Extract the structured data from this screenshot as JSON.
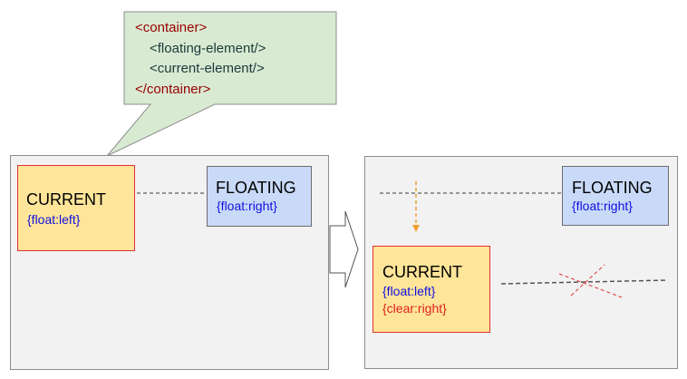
{
  "callout": {
    "lines": [
      "<container>",
      "<floating-element/>",
      "<current-element/>",
      "</container>"
    ]
  },
  "left_panel": {
    "current": {
      "name": "CURRENT",
      "rule": "{float:left}"
    },
    "floating": {
      "name": "FLOATING",
      "rule": "{float:right}"
    }
  },
  "right_panel": {
    "floating": {
      "name": "FLOATING",
      "rule": "{float:right}"
    },
    "current": {
      "name": "CURRENT",
      "rules": [
        "{float:left}",
        "{clear:right}"
      ]
    }
  },
  "colors": {
    "container_bg": "#f2f2f2",
    "current_bg": "#ffe599",
    "current_border": "#e03030",
    "floating_bg": "#c9daf8",
    "callout_bg": "#d9ead3",
    "tag_color": "#990000",
    "rule_blue": "#1010e0",
    "rule_red": "#e02020",
    "arrow_orange": "#f0a030"
  }
}
